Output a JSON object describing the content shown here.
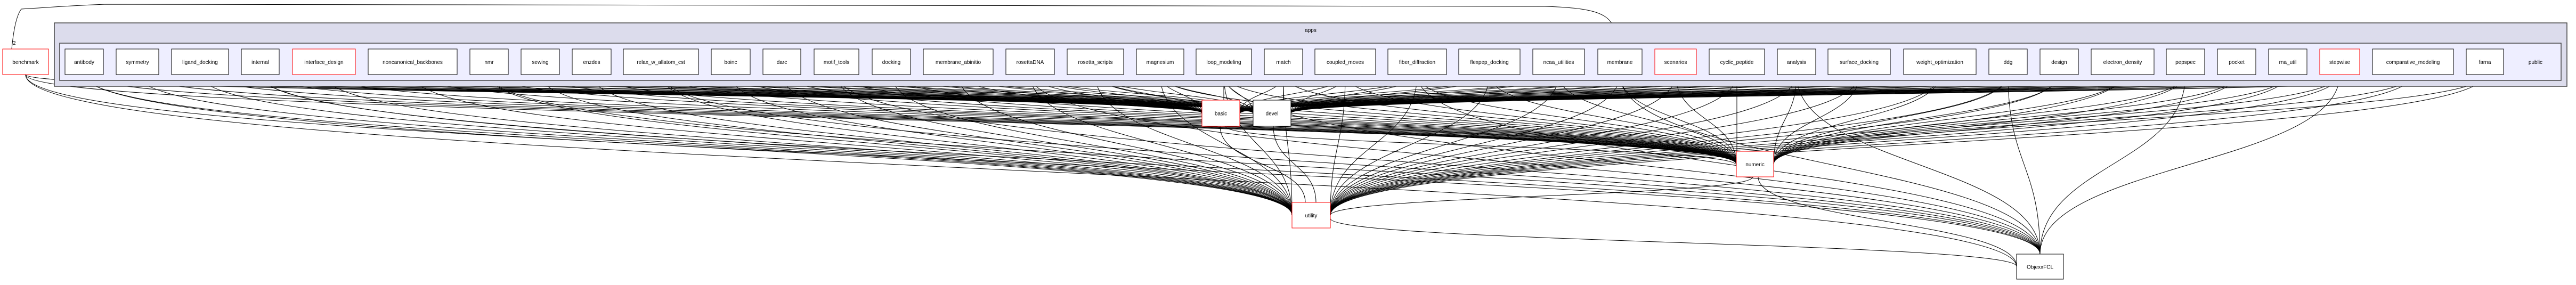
{
  "graph": {
    "cluster_outer_label": "apps",
    "cluster_inner_label": "public",
    "external_node": "benchmark",
    "apps": [
      "antibody",
      "symmetry",
      "ligand_docking",
      "internal",
      "interface_design",
      "noncanonical_backbones",
      "nmr",
      "sewing",
      "enzdes",
      "relax_w_allatom_cst",
      "boinc",
      "darc",
      "motif_tools",
      "docking",
      "membrane_abinitio",
      "rosettaDNA",
      "rosetta_scripts",
      "magnesium",
      "loop_modeling",
      "match",
      "coupled_moves",
      "fiber_diffraction",
      "flexpep_docking",
      "ncaa_utilities",
      "membrane",
      "scenarios",
      "cyclic_peptide",
      "analysis",
      "surface_docking",
      "weight_optimization",
      "ddg",
      "design",
      "electron_density",
      "pepspec",
      "pocket",
      "rna_util",
      "stepwise",
      "comparative_modeling",
      "farna"
    ],
    "highlighted_nodes": [
      "benchmark",
      "interface_design",
      "scenarios",
      "stepwise",
      "basic",
      "numeric",
      "utility"
    ],
    "targets": {
      "basic": "basic",
      "devel": "devel",
      "numeric": "numeric",
      "utility": "utility",
      "objexxfcl": "ObjexxFCL"
    },
    "membrane_to_benchmark_count": "2",
    "colors": {
      "outer_cluster": "#dcdcec",
      "inner_cluster": "#eeeeff",
      "highlight_border": "#ff0000",
      "border": "#000000"
    }
  }
}
